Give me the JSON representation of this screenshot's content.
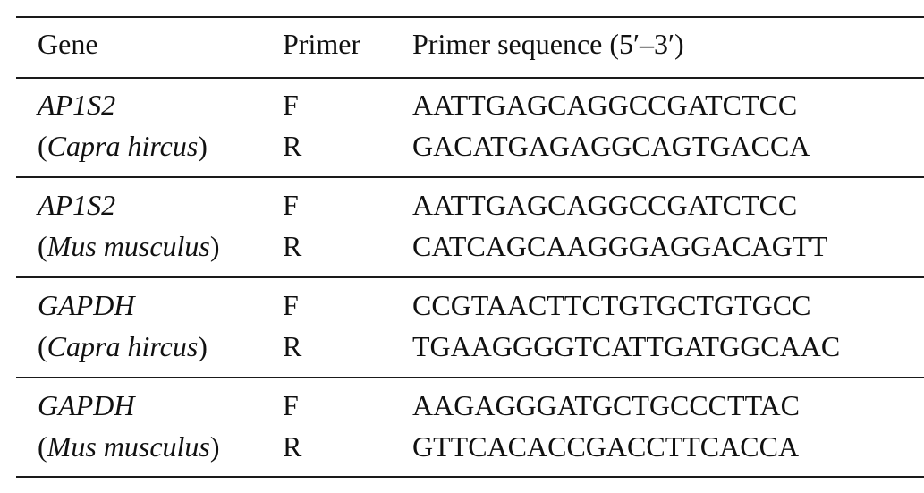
{
  "table": {
    "headers": {
      "gene": "Gene",
      "primer": "Primer",
      "sequence": "Primer sequence (5′–3′)"
    },
    "groups": [
      {
        "gene": "AP1S2",
        "species": "Capra hircus",
        "rows": [
          {
            "primer": "F",
            "sequence": "AATTGAGCAGGCCGATCTCC"
          },
          {
            "primer": "R",
            "sequence": "GACATGAGAGGCAGTGACCA"
          }
        ]
      },
      {
        "gene": "AP1S2",
        "species": "Mus musculus",
        "rows": [
          {
            "primer": "F",
            "sequence": "AATTGAGCAGGCCGATCTCC"
          },
          {
            "primer": "R",
            "sequence": "CATCAGCAAGGGAGGACAGTT"
          }
        ]
      },
      {
        "gene": "GAPDH",
        "species": "Capra hircus",
        "rows": [
          {
            "primer": "F",
            "sequence": "CCGTAACTTCTGTGCTGTGCC"
          },
          {
            "primer": "R",
            "sequence": "TGAAGGGGTCATTGATGGCAAC"
          }
        ]
      },
      {
        "gene": "GAPDH",
        "species": "Mus musculus",
        "rows": [
          {
            "primer": "F",
            "sequence": "AAGAGGGATGCTGCCCTTAC"
          },
          {
            "primer": "R",
            "sequence": "GTTCACACCGACCTTCACCA"
          }
        ]
      }
    ],
    "punctuation": {
      "open_paren": "(",
      "close_paren": ")"
    }
  }
}
